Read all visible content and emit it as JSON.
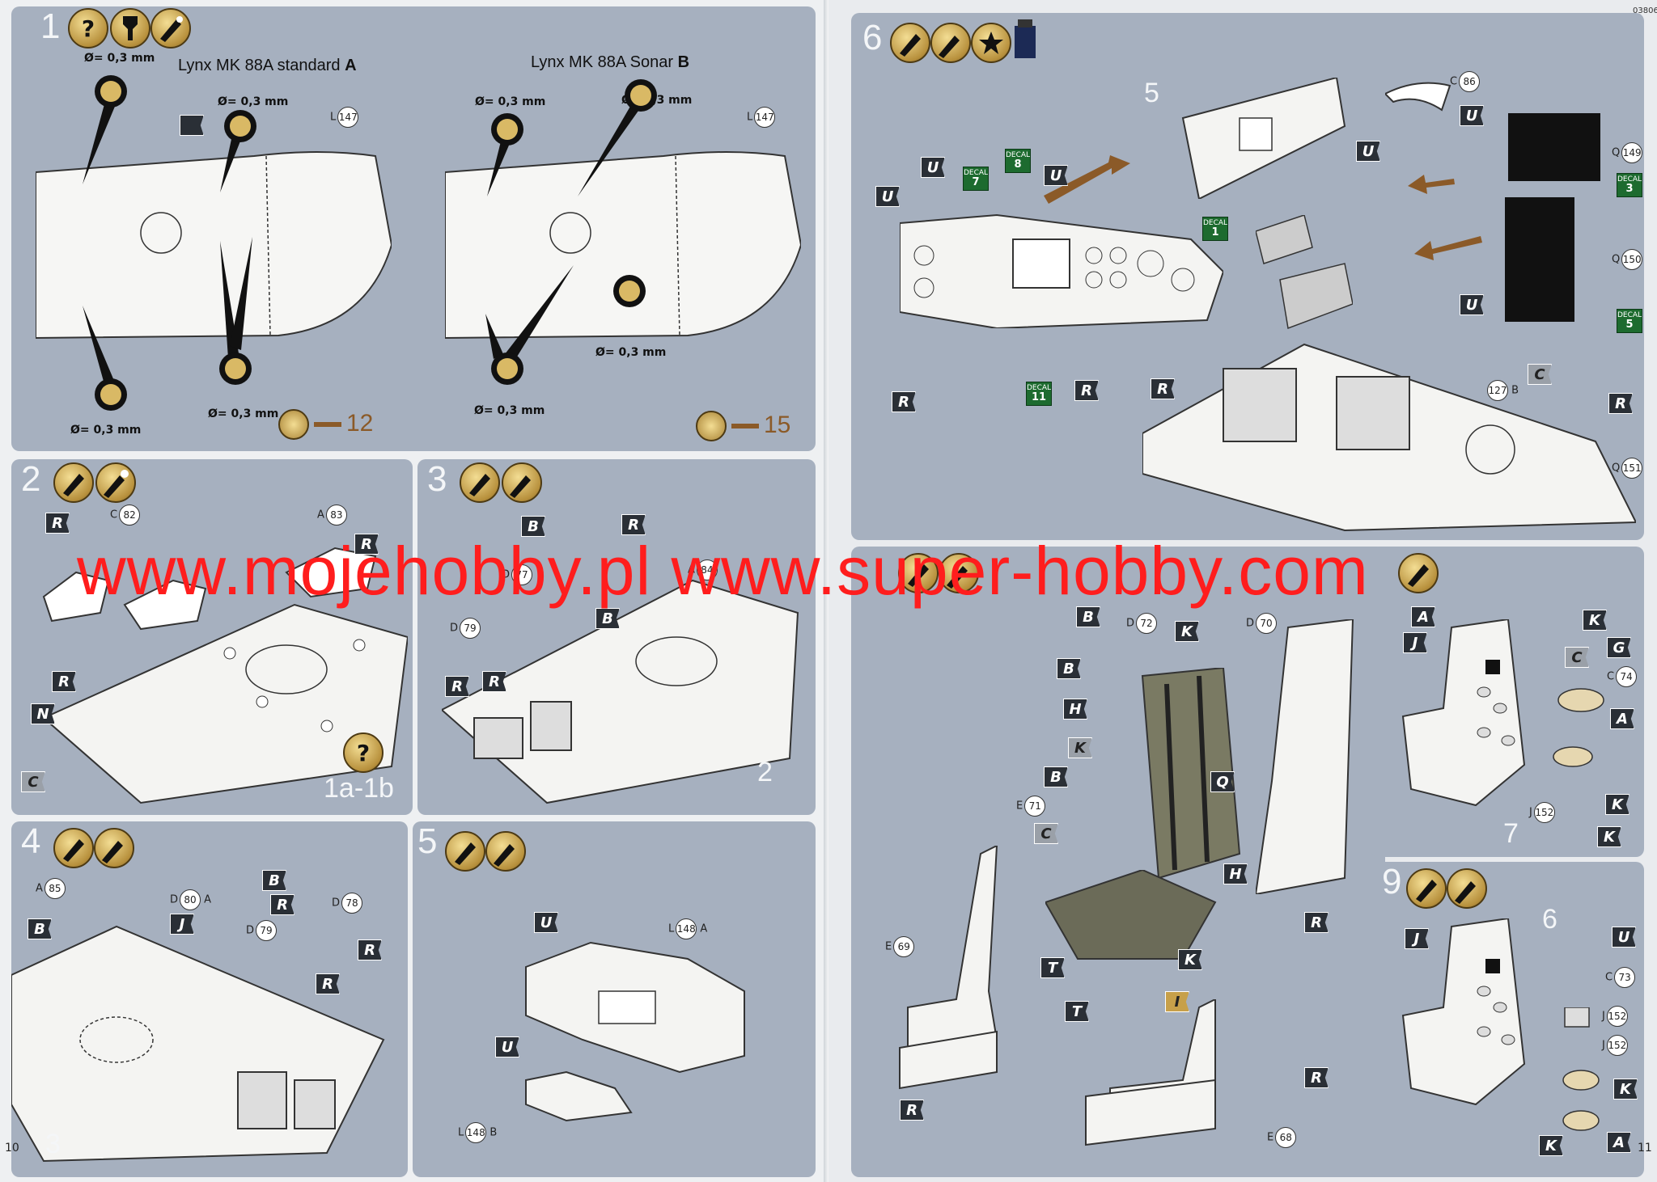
{
  "document": {
    "code": "03806",
    "page_left": "10",
    "page_right": "11",
    "watermark": "www.mojehobby.pl www.super-hobby.com"
  },
  "steps": {
    "s1": {
      "num": "1",
      "variant_a": "Lynx MK 88A standard",
      "variant_a_letter": "A",
      "variant_b": "Lynx MK 88A Sonar",
      "variant_b_letter": "B",
      "dim": "Ø= 0,3 mm",
      "callout_l": "L",
      "part_147": "147",
      "ref_a": "12",
      "ref_b": "15"
    },
    "s2": {
      "num": "2",
      "sub": "1a-1b",
      "c_letter": "C",
      "c_part": "82",
      "a_letter": "A",
      "a_part": "83",
      "tags": [
        "R",
        "R",
        "R",
        "N",
        "C"
      ]
    },
    "s3": {
      "num": "3",
      "sub": "2",
      "d_letter": "D",
      "d_part_1": "77",
      "d_part_2": "79",
      "a_letter": "A",
      "a_part": "84",
      "tags": [
        "B",
        "R",
        "B",
        "R",
        "R"
      ]
    },
    "s4": {
      "num": "4",
      "sub": "3",
      "a_letter": "A",
      "a_part": "85",
      "d_letter": "D",
      "d_part_1": "80",
      "d_part_1_suffix": "A",
      "d_part_2": "79",
      "d_part_3": "78",
      "tags": [
        "B",
        "J",
        "B",
        "R",
        "R",
        "R"
      ]
    },
    "s5": {
      "num": "5",
      "l_letter": "L",
      "l_part_a": "148",
      "l_part_a_suffix": "A",
      "l_part_b": "148",
      "l_part_b_suffix": "B",
      "tags": [
        "U",
        "U"
      ]
    },
    "s6": {
      "num": "6",
      "sub": "5",
      "c_letter": "C",
      "c_part": "86",
      "q_letter": "Q",
      "q_part_1": "149",
      "q_part_2": "150",
      "q_part_3": "151",
      "part_127": "127",
      "part_127_suffix": "B",
      "decal_label": "DECAL",
      "decals": [
        "7",
        "8",
        "1",
        "11",
        "3",
        "5"
      ],
      "tags": [
        "U",
        "U",
        "U",
        "U",
        "U",
        "U",
        "R",
        "R",
        "R",
        "C",
        "R"
      ]
    },
    "s7": {
      "d_letter": "D",
      "d_part_1": "72",
      "d_part_2": "70",
      "e_letter": "E",
      "e_part_1": "71",
      "e_part_2": "69",
      "e_part_3": "68",
      "tags": [
        "B",
        "K",
        "B",
        "H",
        "K",
        "B",
        "C",
        "Q",
        "H",
        "T",
        "K",
        "T",
        "I",
        "R",
        "R",
        "R"
      ]
    },
    "s8": {
      "sub": "7",
      "c_letter": "C",
      "c_part": "74",
      "j_letter": "J",
      "j_part": "152",
      "tags": [
        "A",
        "K",
        "J",
        "G",
        "C",
        "A",
        "K",
        "K"
      ]
    },
    "s9": {
      "num": "9",
      "sub": "6",
      "c_letter": "C",
      "c_part": "73",
      "j_letter": "J",
      "j_part_1": "152",
      "j_part_2": "152",
      "tags": [
        "J",
        "U",
        "K",
        "K",
        "A"
      ]
    }
  },
  "icons": {
    "question": "question-icon",
    "brush": "paint-brush-icon",
    "glue": "glue-icon",
    "drill": "drill-icon",
    "star": "star-icon",
    "paint_tin": "paint-tin-icon"
  },
  "colors": {
    "panel": "#a6b0bf",
    "page": "#eef0f2",
    "tag": "#2a2f36",
    "icon_gold": "#c8a450",
    "watermark": "#ff1d1d",
    "arrow": "#8b5a28",
    "decal": "#1d6b2f"
  }
}
